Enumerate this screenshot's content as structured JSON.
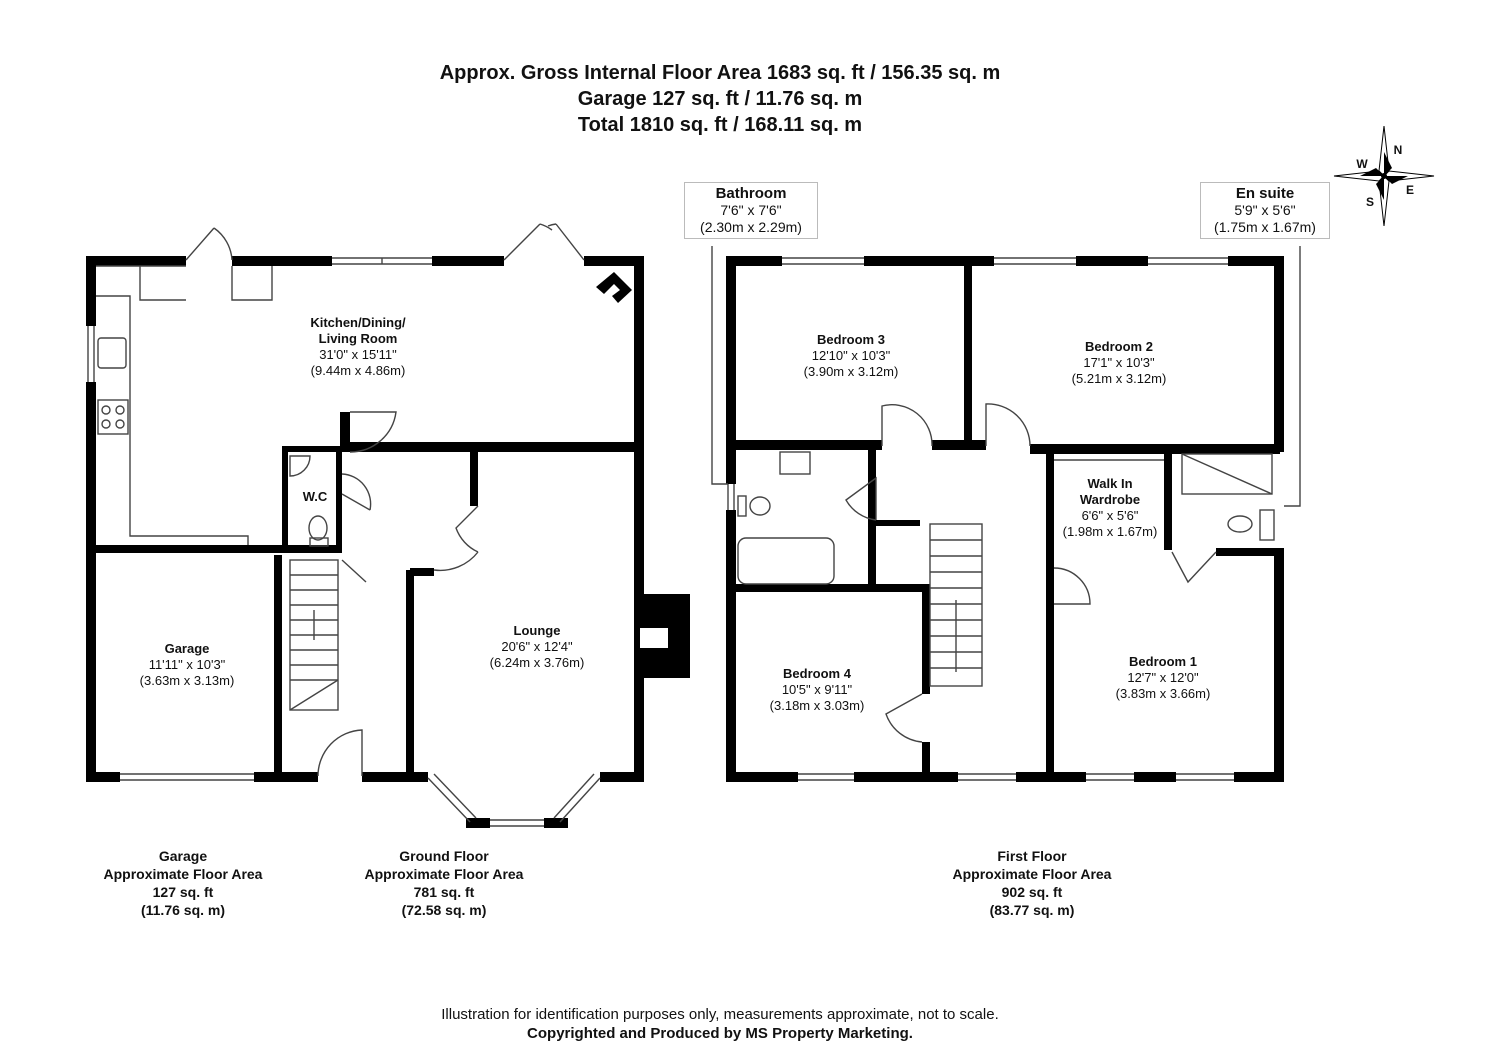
{
  "header": {
    "line1": "Approx. Gross Internal Floor Area 1683 sq. ft / 156.35 sq. m",
    "line2": "Garage 127 sq. ft / 11.76 sq. m",
    "line3": "Total 1810 sq. ft / 168.11 sq. m"
  },
  "compass": {
    "n": "N",
    "e": "E",
    "s": "S",
    "w": "W"
  },
  "rooms": {
    "kitchen": {
      "name_l1": "Kitchen/Dining/",
      "name_l2": "Living Room",
      "imperial": "31'0\" x 15'11\"",
      "metric": "(9.44m x 4.86m)"
    },
    "wc": {
      "name": "W.C"
    },
    "garage": {
      "name": "Garage",
      "imperial": "11'11\" x 10'3\"",
      "metric": "(3.63m x 3.13m)"
    },
    "lounge": {
      "name": "Lounge",
      "imperial": "20'6\" x 12'4\"",
      "metric": "(6.24m x 3.76m)"
    },
    "bathroom": {
      "name": "Bathroom",
      "imperial": "7'6\" x 7'6\"",
      "metric": "(2.30m x 2.29m)"
    },
    "ensuite": {
      "name": "En suite",
      "imperial": "5'9\" x 5'6\"",
      "metric": "(1.75m x 1.67m)"
    },
    "bedroom3": {
      "name": "Bedroom 3",
      "imperial": "12'10\" x 10'3\"",
      "metric": "(3.90m x 3.12m)"
    },
    "bedroom2": {
      "name": "Bedroom 2",
      "imperial": "17'1\" x 10'3\"",
      "metric": "(5.21m x 3.12m)"
    },
    "wardrobe": {
      "name_l1": "Walk In",
      "name_l2": "Wardrobe",
      "imperial": "6'6\" x 5'6\"",
      "metric": "(1.98m x 1.67m)"
    },
    "bedroom4": {
      "name": "Bedroom 4",
      "imperial": "10'5\" x 9'11\"",
      "metric": "(3.18m x 3.03m)"
    },
    "bedroom1": {
      "name": "Bedroom 1",
      "imperial": "12'7\" x 12'0\"",
      "metric": "(3.83m x 3.66m)"
    }
  },
  "floor_areas": {
    "garage": {
      "l1": "Garage",
      "l2": "Approximate Floor Area",
      "l3": "127 sq. ft",
      "l4": "(11.76 sq. m)"
    },
    "ground": {
      "l1": "Ground Floor",
      "l2": "Approximate Floor Area",
      "l3": "781 sq. ft",
      "l4": "(72.58 sq. m)"
    },
    "first": {
      "l1": "First Floor",
      "l2": "Approximate Floor Area",
      "l3": "902 sq. ft",
      "l4": "(83.77 sq. m)"
    }
  },
  "footer": {
    "disclaimer": "Illustration for identification purposes only, measurements approximate, not to scale.",
    "copyright": "Copyrighted  and Produced by MS Property Marketing."
  },
  "colors": {
    "wall": "#000000",
    "fixture": "#8a8a8a",
    "background": "#ffffff"
  }
}
